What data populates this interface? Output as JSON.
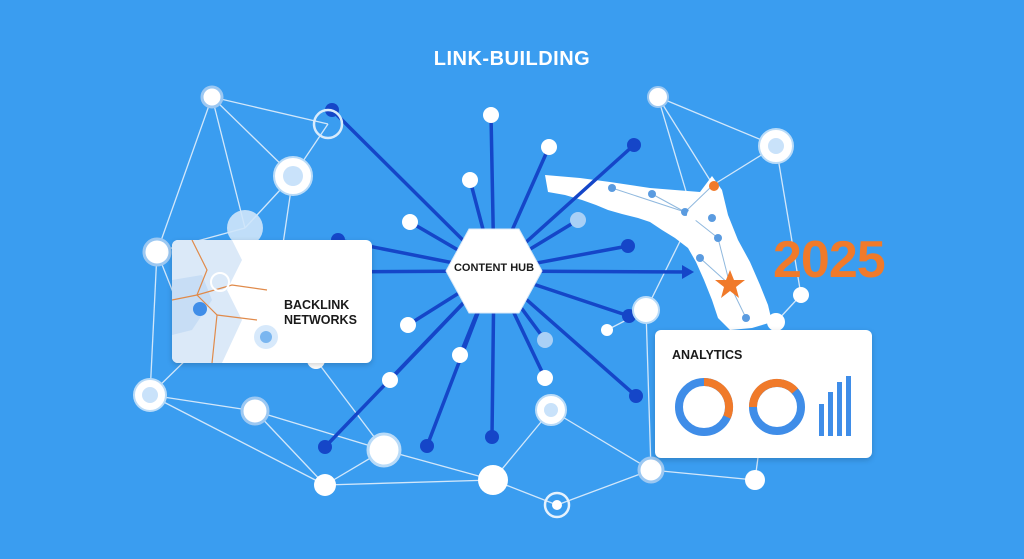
{
  "title": "LINK-BUILDING",
  "hub_label": "CONTENT HUB",
  "backlink_label": "BACKLINK NETWORKS",
  "analytics_label": "ANALYTICS",
  "year": "2025",
  "colors": {
    "background": "#3a9df0",
    "spoke": "#1546c8",
    "accent_orange": "#f07a2a",
    "node_white": "#ffffff",
    "node_light": "#c9e2fa"
  }
}
